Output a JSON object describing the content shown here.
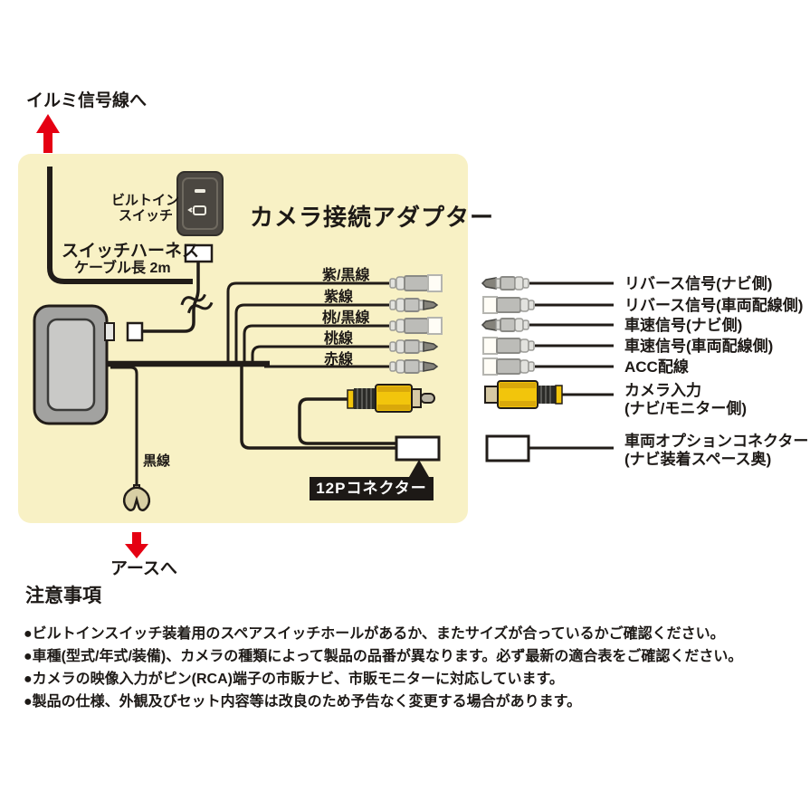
{
  "top": {
    "illumination_label": "イルミ信号線へ"
  },
  "panel": {
    "title": "カメラ接続アダプター",
    "switch_label_line1": "ビルトイン",
    "switch_label_line2": "スイッチ",
    "harness_label": "スイッチハーネス",
    "harness_sub_label": "ケーブル長 2m",
    "black_wire_label": "黒線",
    "ground_label": "アースへ",
    "connector_12p_label": "12Pコネクター",
    "left_wires": [
      {
        "label": "紫/黒線",
        "connector": "female-bullet"
      },
      {
        "label": "紫線",
        "connector": "male-bullet"
      },
      {
        "label": "桃/黒線",
        "connector": "female-bullet"
      },
      {
        "label": "桃線",
        "connector": "male-bullet"
      },
      {
        "label": "赤線",
        "connector": "male-bullet"
      }
    ]
  },
  "right_column": {
    "items": [
      {
        "label": "リバース信号(ナビ側)",
        "connector": "male-bullet"
      },
      {
        "label": "リバース信号(車両配線側)",
        "connector": "female-bullet"
      },
      {
        "label": "車速信号(ナビ側)",
        "connector": "male-bullet"
      },
      {
        "label": "車速信号(車両配線側)",
        "connector": "female-bullet"
      },
      {
        "label": "ACC配線",
        "connector": "female-bullet"
      },
      {
        "label": "カメラ入力",
        "sub": "(ナビ/モニター側)",
        "connector": "rca-female"
      },
      {
        "label": "車両オプションコネクター",
        "sub": "(ナビ装着スペース奥)",
        "connector": "vehicle-option-connector"
      }
    ]
  },
  "notes": {
    "title": "注意事項",
    "items": [
      "●ビルトインスイッチ装着用のスペアスイッチホールがあるか、またサイズが合っているかご確認ください。",
      "●車種(型式/年式/装備)、カメラの種類によって製品の品番が異なります。必ず最新の適合表をご確認ください。",
      "●カメラの映像入力がピン(RCA)端子の市販ナビ、市販モニターに対応しています。",
      "●製品の仕様、外観及びセット内容等は改良のため予告なく変更する場合があります。"
    ]
  },
  "colors": {
    "panel_background": "#f8f1c5",
    "line": "#211c18",
    "arrow_red": "#e50012",
    "rca_yellow": "#f2c50c",
    "unit_gray": "#a2a2a0",
    "switch_dark": "#4b4741"
  }
}
